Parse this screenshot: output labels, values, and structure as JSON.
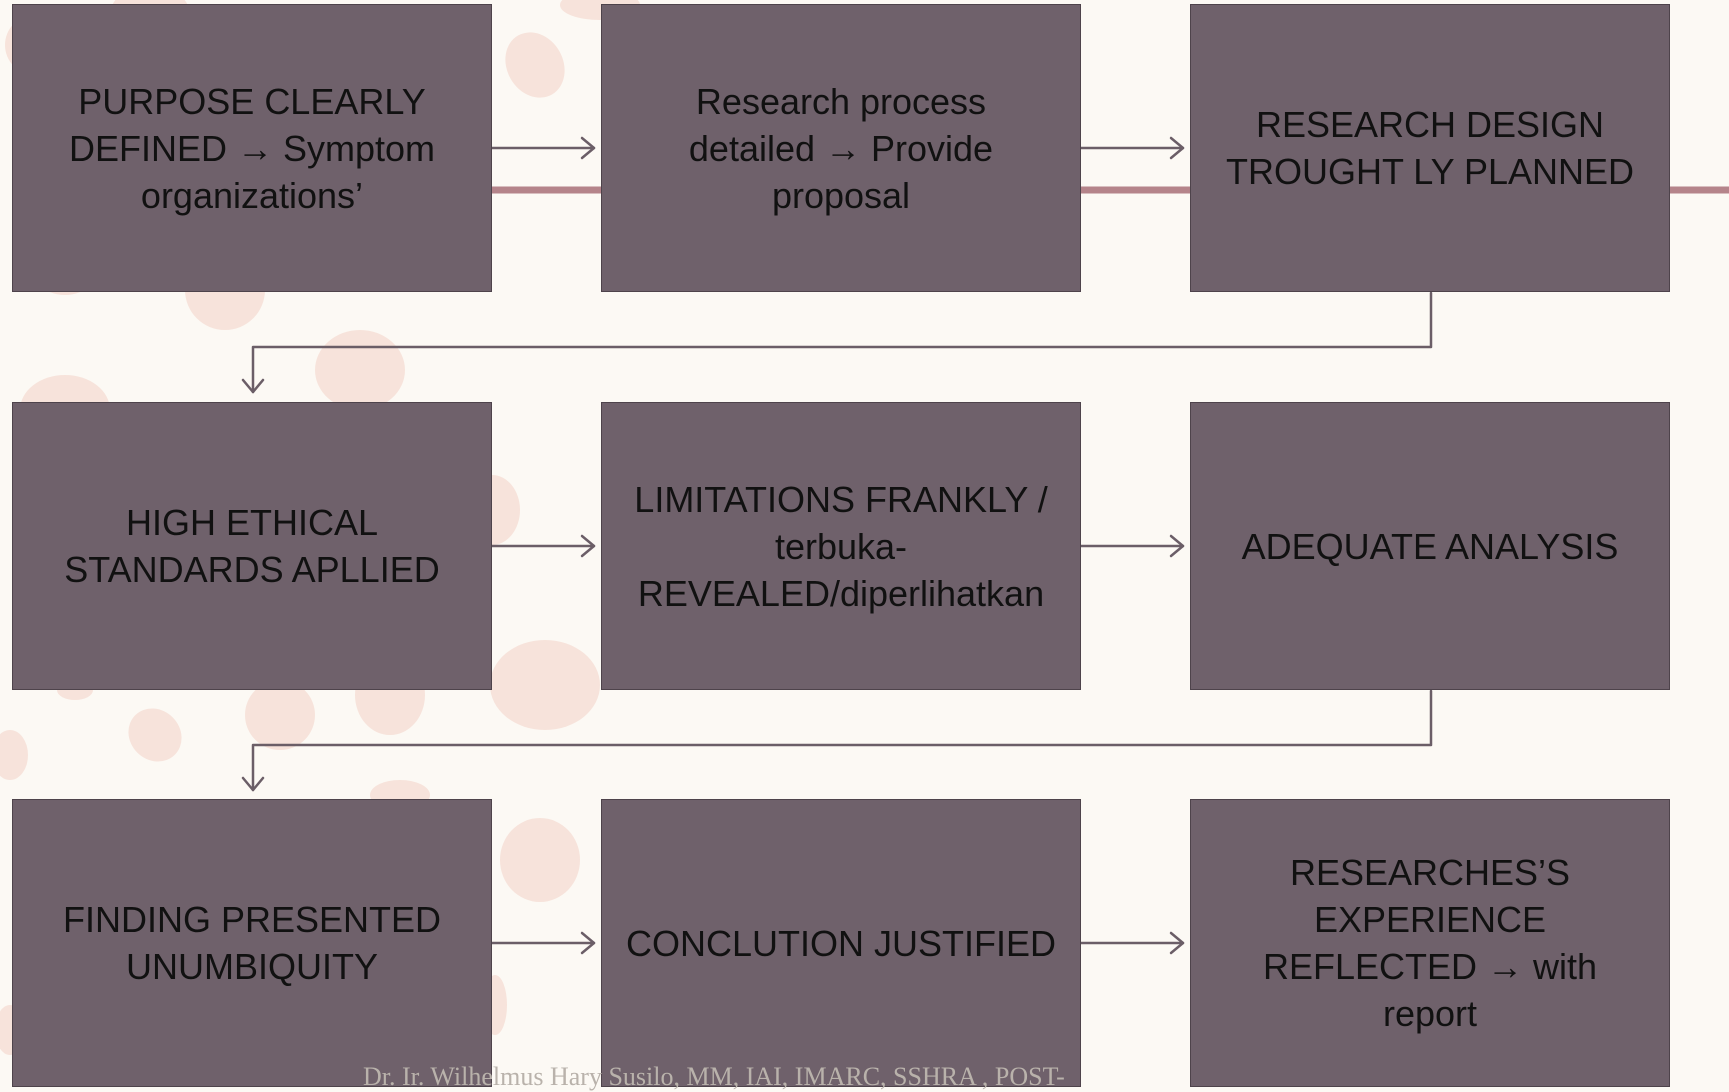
{
  "diagram": {
    "boxes": [
      {
        "id": "purpose",
        "text": "PURPOSE CLEARLY DEFINED → Symptom organizations’"
      },
      {
        "id": "process",
        "text": "Research process detailed → Provide proposal"
      },
      {
        "id": "design",
        "text": "RESEARCH DESIGN TROUGHT LY PLANNED"
      },
      {
        "id": "ethics",
        "text": "HIGH ETHICAL STANDARDS APLLIED"
      },
      {
        "id": "limitations",
        "text": "LIMITATIONS FRANKLY / terbuka-REVEALED/diperlihatkan"
      },
      {
        "id": "analysis",
        "text": "ADEQUATE ANALYSIS"
      },
      {
        "id": "findings",
        "text": "FINDING PRESENTED UNUMBIQUITY"
      },
      {
        "id": "conclusion",
        "text": "CONCLUTION JUSTIFIED"
      },
      {
        "id": "experience",
        "text": "RESEARCHES’S EXPERIENCE REFLECTED → with report"
      }
    ],
    "box_color": "#6f616b",
    "connector_color": "#6b5e67",
    "accent_line_color": "#b5848a"
  },
  "footer": {
    "text": "Dr. Ir. Wilhelmus Hary Susilo, MM, IAI, IMARC, SSHRA , POST-"
  }
}
